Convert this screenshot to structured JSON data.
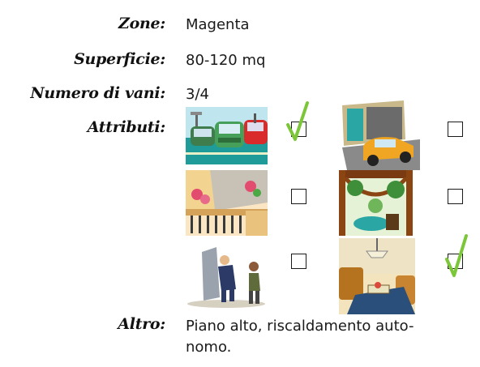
{
  "fields": {
    "zone": {
      "label": "Zone:",
      "value": "Magenta"
    },
    "superficie": {
      "label": "Superficie:",
      "value": "80-120 mq"
    },
    "vani": {
      "label": "Numero di vani:",
      "value": "3/4"
    },
    "attributi": {
      "label": "Attributi:"
    },
    "altro": {
      "label": "Altro:",
      "value_line1": "Piano alto, riscaldamento auto-",
      "value_line2": "nomo."
    }
  },
  "attributes": [
    {
      "icon": "parking-cars-icon",
      "checked": true
    },
    {
      "icon": "garage-car-icon",
      "checked": false
    },
    {
      "icon": "balcony-flowers-icon",
      "checked": false
    },
    {
      "icon": "garden-pergola-icon",
      "checked": false
    },
    {
      "icon": "doorman-concierge-icon",
      "checked": false
    },
    {
      "icon": "living-room-furnished-icon",
      "checked": true
    }
  ],
  "colors": {
    "tick": "#7cc63a",
    "accent_teal": "#2aa7a4"
  }
}
